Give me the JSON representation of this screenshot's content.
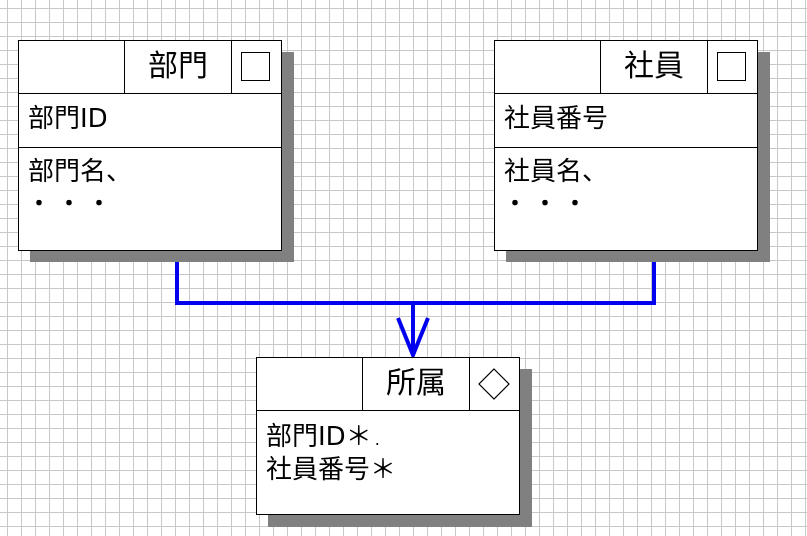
{
  "entities": {
    "department": {
      "name": "部門",
      "key": "部門ID",
      "attr": "部門名、",
      "more": "・・・",
      "type_icon": "square-icon"
    },
    "employee": {
      "name": "社員",
      "key": "社員番号",
      "attr": "社員名、",
      "more": "・・・",
      "type_icon": "square-icon"
    },
    "affiliation": {
      "name": "所属",
      "key1": "部門ID＊",
      "key1_mark": ".",
      "key2": "社員番号＊",
      "type_icon": "diamond-icon"
    }
  },
  "colors": {
    "connector": "#0000ee",
    "shadow": "#808080",
    "grid": "#c8c8c8"
  }
}
